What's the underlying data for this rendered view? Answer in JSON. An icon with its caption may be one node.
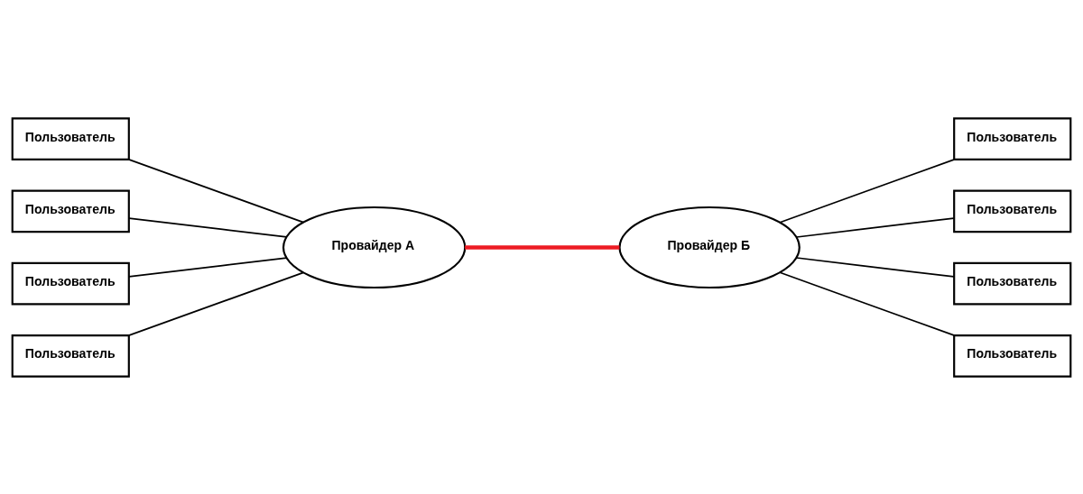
{
  "diagram": {
    "nodes": [
      {
        "text": [
          "Пользователь"
        ]
      },
      {
        "text": [
          "Пользователь"
        ]
      },
      {
        "text": [
          "Пользователь"
        ]
      },
      {
        "text": [
          "Пользователь"
        ]
      },
      {
        "text": [
          "Провайдер А"
        ]
      },
      {
        "text": [
          "Провайдер Б"
        ]
      },
      {
        "text": [
          "Пользователь"
        ]
      },
      {
        "text": [
          "Пользователь"
        ]
      },
      {
        "text": [
          "Пользователь"
        ]
      },
      {
        "text": [
          "Пользователь"
        ]
      }
    ],
    "edges": [
      {
        "from": 0,
        "to": 4,
        "arrow": "none"
      },
      {
        "from": 1,
        "to": 4,
        "arrow": "none"
      },
      {
        "from": 6,
        "to": 4,
        "arrow": "none"
      },
      {
        "from": 7,
        "to": 4,
        "arrow": "none"
      },
      {
        "from": 4,
        "to": 5,
        "arrow": "none",
        "style": "thick",
        "color": "#ed1c24"
      },
      {
        "from": 5,
        "to": 2,
        "arrow": "none"
      },
      {
        "from": 5,
        "to": 3,
        "arrow": "none"
      },
      {
        "from": 5,
        "to": 8,
        "arrow": "none"
      },
      {
        "from": 5,
        "to": 9,
        "arrow": "none"
      }
    ]
  }
}
